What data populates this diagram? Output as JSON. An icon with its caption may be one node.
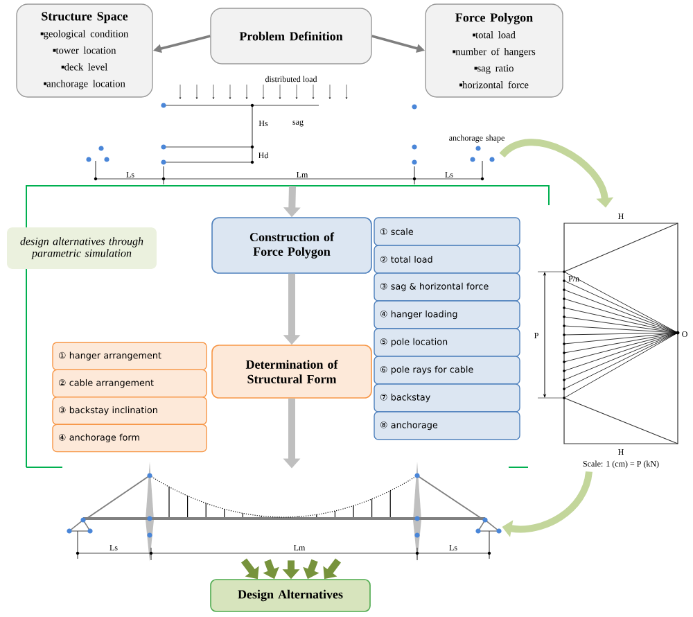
{
  "diagram": {
    "nodes": [
      {
        "text": [
          "Structure Space",
          "geological condition",
          "tower location",
          "deck level",
          "anchorage location"
        ]
      },
      {
        "text": [
          "Problem Definition"
        ]
      },
      {
        "text": [
          "Force Polygon",
          "total load",
          "number of hangers",
          "sag ratio",
          "horizontal force"
        ]
      },
      {
        "text": [
          "design alternatives through parametric simulation"
        ]
      },
      {
        "text": [
          "Construction of Force Polygon"
        ]
      },
      {
        "text": [
          "Determination of Structural Form"
        ]
      },
      {
        "text": [
          "① hanger arrangement"
        ]
      },
      {
        "text": [
          "② cable arrangement"
        ]
      },
      {
        "text": [
          "③ backstay inclination"
        ]
      },
      {
        "text": [
          "④ anchorage form"
        ]
      },
      {
        "text": [
          "① scale"
        ]
      },
      {
        "text": [
          "② total load"
        ]
      },
      {
        "text": [
          "③ sag & horizontal force"
        ]
      },
      {
        "text": [
          "④ hanger loading"
        ]
      },
      {
        "text": [
          "⑤ pole location"
        ]
      },
      {
        "text": [
          "⑥ pole rays for cable"
        ]
      },
      {
        "text": [
          "⑦ backstay"
        ]
      },
      {
        "text": [
          "⑧ anchorage"
        ]
      },
      {
        "text": [
          "Design Alternatives"
        ]
      },
      {
        "text": [],
        "shape": "picture"
      },
      {
        "text": [],
        "shape": "picture"
      },
      {
        "text": [],
        "shape": "picture"
      }
    ],
    "edges": [
      {
        "from": 1,
        "to": 0,
        "arrow": "to",
        "color": "#7f7f7f"
      },
      {
        "from": 1,
        "to": 2,
        "arrow": "to",
        "color": "#7f7f7f"
      },
      {
        "from": 19,
        "to": 4,
        "arrow": "to",
        "color": "#bfbfbf"
      },
      {
        "from": 4,
        "to": 5,
        "arrow": "to",
        "color": "#bfbfbf"
      },
      {
        "from": 5,
        "to": 21,
        "arrow": "to",
        "color": "#bfbfbf"
      },
      {
        "from": 19,
        "to": 20,
        "arrow": "to",
        "color": "#c3d69b"
      },
      {
        "from": 20,
        "to": 21,
        "arrow": "to",
        "color": "#c3d69b"
      },
      {
        "from": 21,
        "to": 18,
        "arrow": "to"
      },
      {
        "from": 21,
        "to": 18,
        "arrow": "to"
      },
      {
        "from": 21,
        "to": 18,
        "arrow": "to"
      },
      {
        "from": 21,
        "to": 18,
        "arrow": "to"
      },
      {
        "from": 21,
        "to": 18,
        "arrow": "to"
      }
    ],
    "labels": [
      "distributed load",
      "Hs",
      "sag",
      "anchorage shape",
      "Hd",
      "Ls",
      "Lm",
      "Ls",
      "H",
      "P/n",
      "P",
      "O",
      "H",
      "Scale: 1 (cm) = P (kN)",
      "Ls",
      "Lm",
      "Ls"
    ]
  }
}
